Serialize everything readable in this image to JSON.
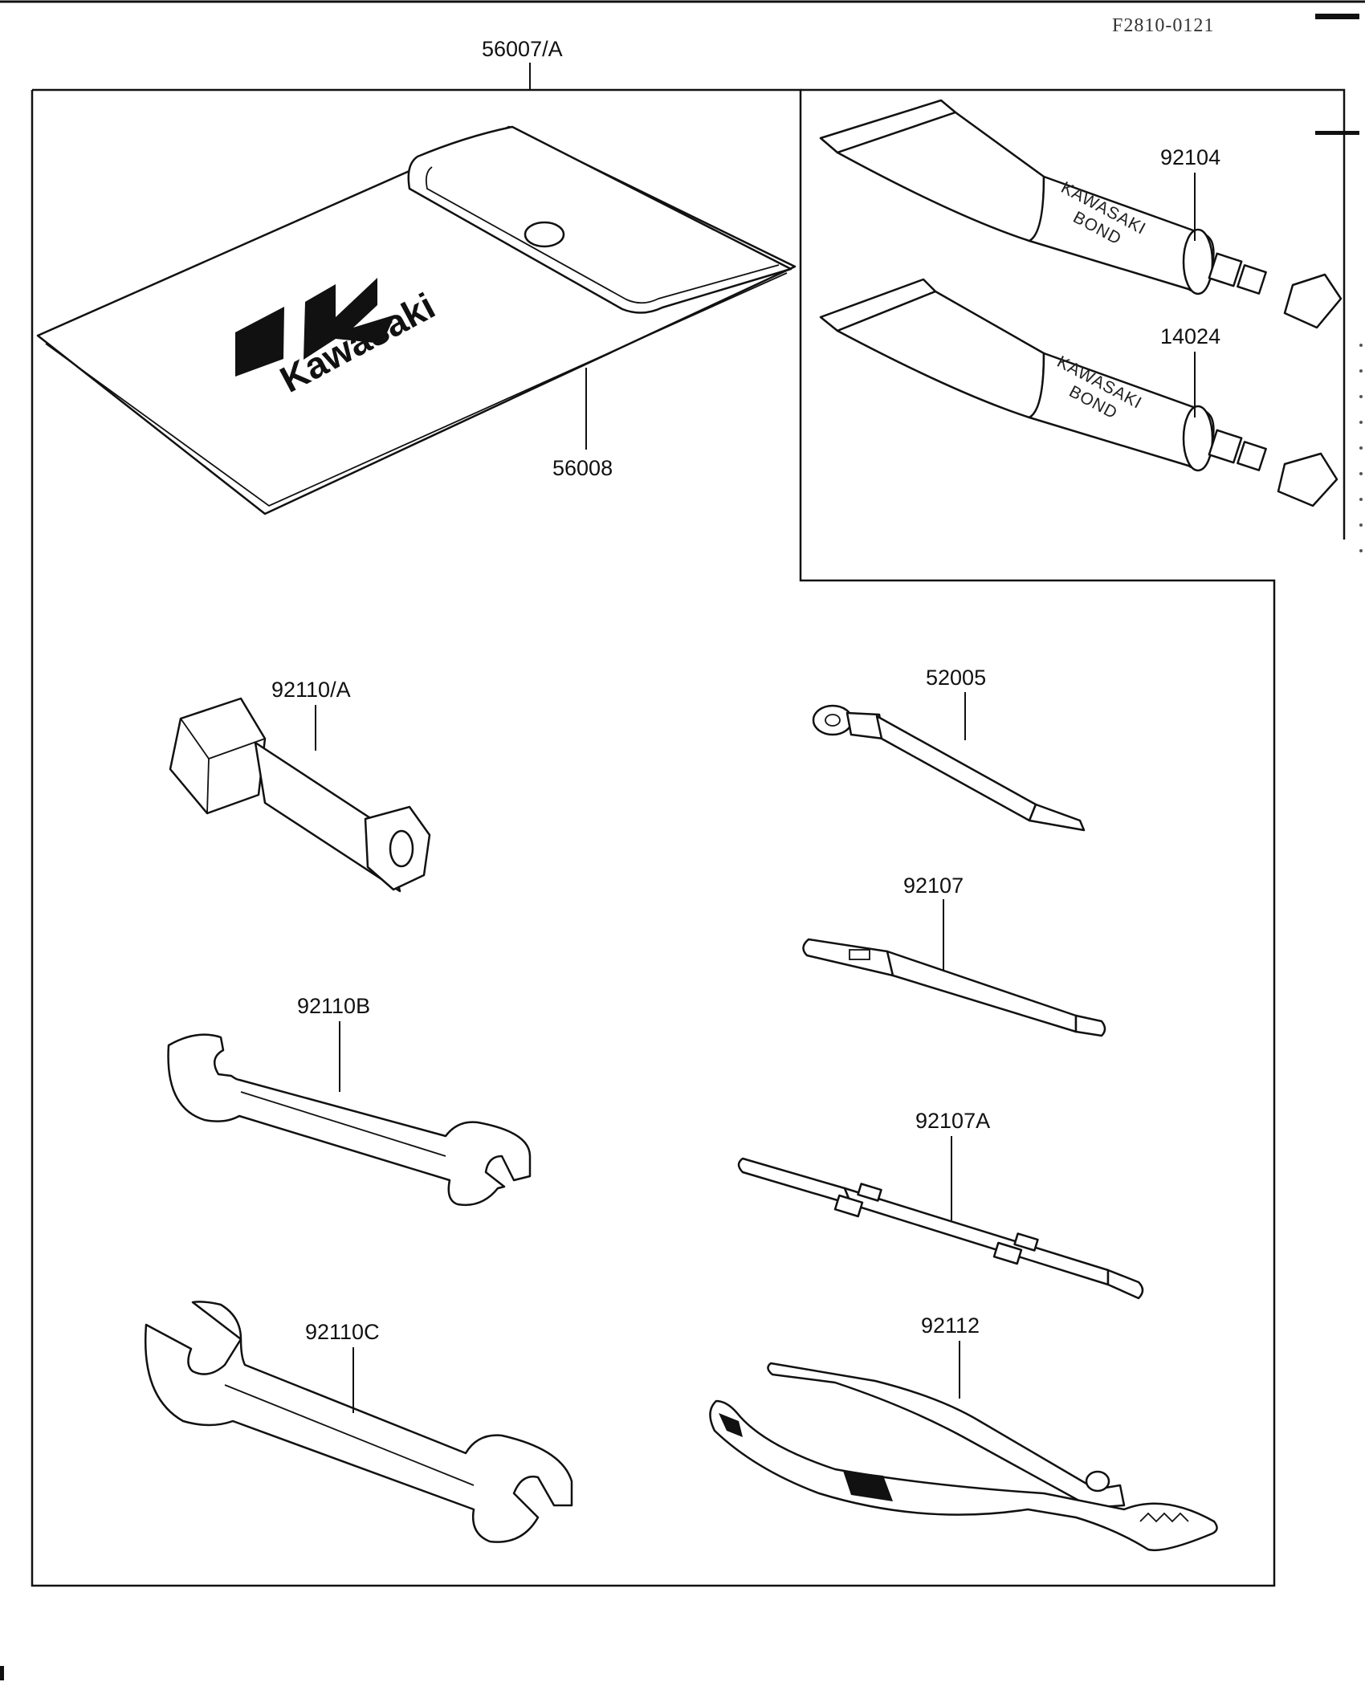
{
  "document": {
    "code": "F2810-0121"
  },
  "callouts": {
    "tool_bag": "56007/A",
    "pouch": "56008",
    "bond_upper": "92104",
    "bond_lower": "14024",
    "box_wrench": "92110/A",
    "screwdriver_grip": "52005",
    "screwdriver_bit_phillips": "92107",
    "screwdriver_bit_combo": "92107A",
    "wrench_small": "92110B",
    "wrench_large": "92110C",
    "pliers": "92112"
  },
  "artwork_text": {
    "brand_logo": "Kawasaki",
    "tube_line1": "KAWASAKI",
    "tube_line2": "BOND"
  }
}
